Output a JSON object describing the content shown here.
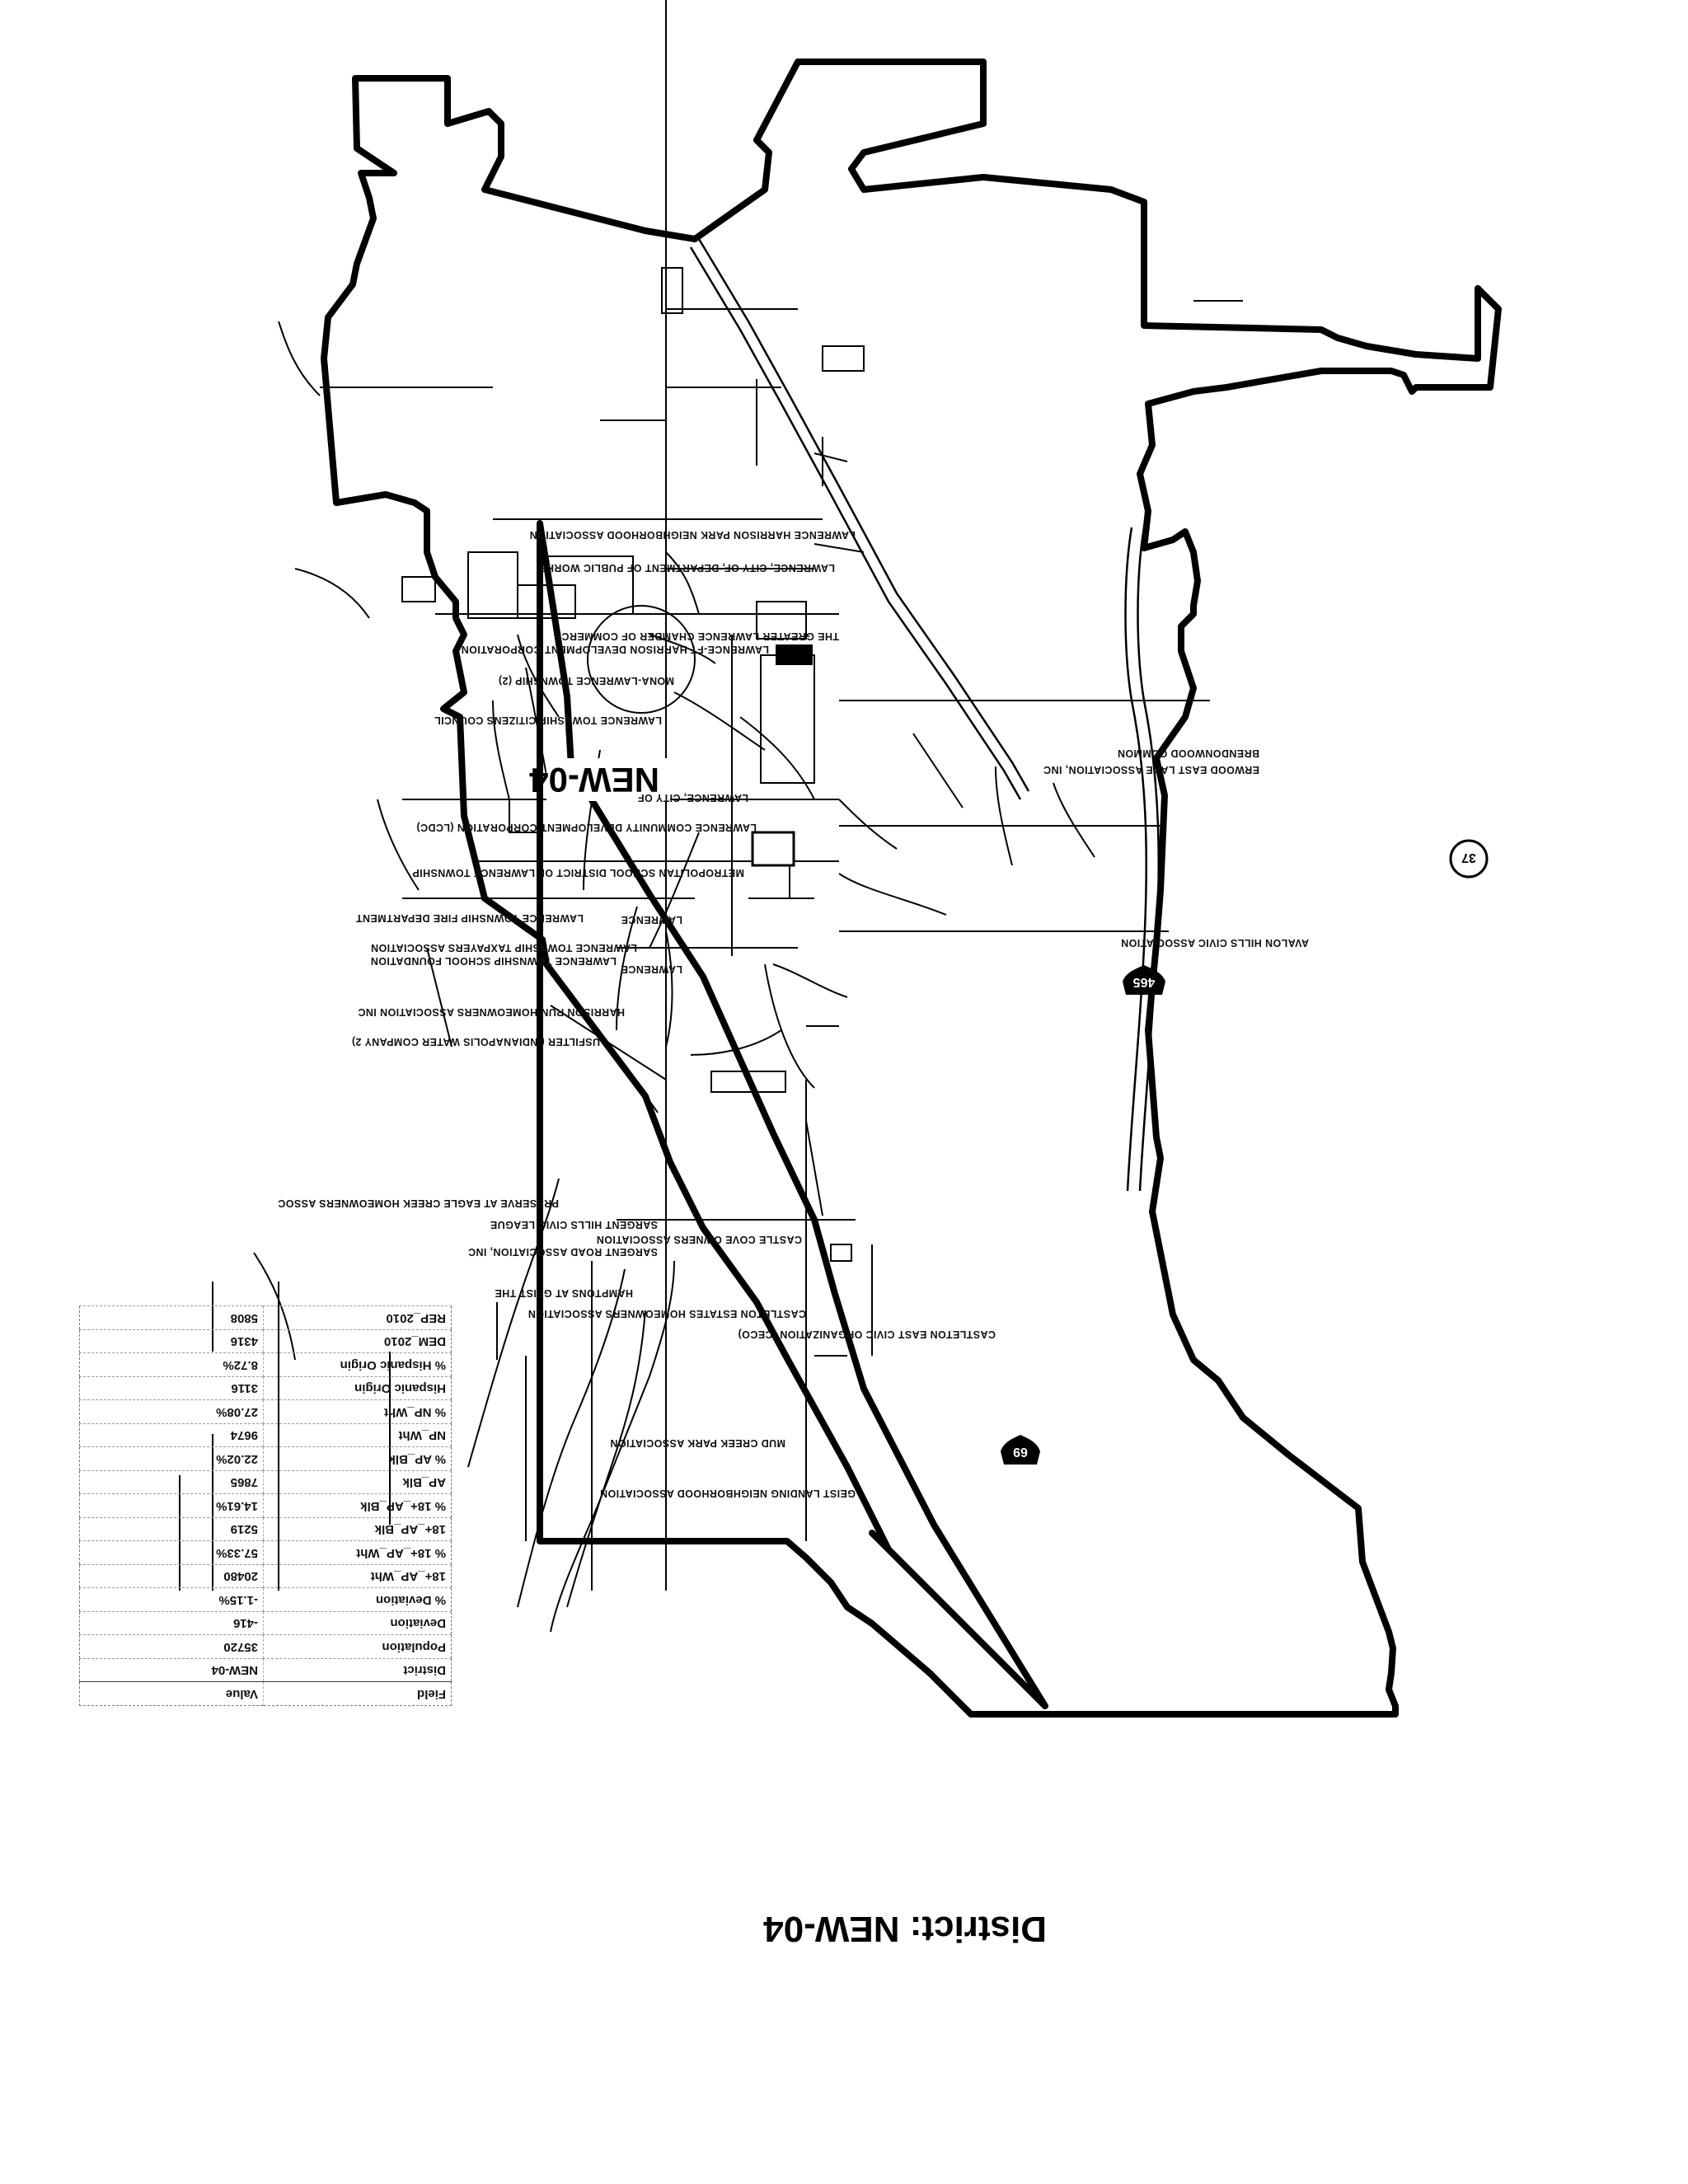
{
  "title": "District: NEW-04",
  "map": {
    "district_label": "NEW-04",
    "routes": {
      "i465": "465",
      "i69": "69",
      "sr37": "37"
    },
    "labels": [
      "LAWRENCE HARRISON PARK NEIGHBORHOOD ASSOCIATION",
      "LAWRENCE, CITY OF, DEPARTMENT OF PUBLIC WORKS",
      "THE GREATER LAWRENCE CHAMBER OF COMMERCE",
      "LAWRENCE-FT HARRISON DEVELOPMENT CORPORATION",
      "MONA-LAWRENCE TOWNSHIP (2)",
      "LAWRENCE TOWNSHIP CITIZENS COUNCIL",
      "BRENDONWOOD COMMON",
      "ERWOOD EAST LAKE ASSOCIATION, INC",
      "LAWRENCE, CITY OF",
      "LAWRENCE COMMUNITY DEVELOPMENT CORPORATION (LCDC)",
      "METROPOLITAN SCHOOL DISTRICT OF LAWRENCE TOWNSHIP",
      "LAWRENCE TOWNSHIP FIRE DEPARTMENT",
      "LAWRENCE",
      "AVALON HILLS CIVIC ASSOCIATION",
      "LAWRENCE TOWNSHIP TAXPAYERS ASSOCIATION",
      "LAWRENCE TOWNSHIP SCHOOL FOUNDATION",
      "LAWRENCE",
      "HARRISON RUN HOMEOWNERS ASSOCIATION INC",
      "USFILTER (INDIANAPOLIS WATER COMPANY 2)",
      "PRESERVE AT EAGLE CREEK HOMEOWNERS ASSOC",
      "SARGENT HILLS CIVIC LEAGUE",
      "CASTLE COVE OWNERS ASSOCIATION",
      "SARGENT ROAD ASSOCIATION, INC",
      "HAMPTONS AT GEIST THE",
      "CASTLETON ESTATES HOMEOWNERS ASSOCIATION",
      "CASTLETON EAST CIVIC ORGANIZATION (CECO)",
      "MUD CREEK PARK ASSOCIATION",
      "GEIST LANDING NEIGHBORHOOD ASSOCIATION"
    ]
  },
  "table": {
    "headers": {
      "field": "Field",
      "value": "Value"
    },
    "rows": [
      {
        "field": "District",
        "value": "NEW-04"
      },
      {
        "field": "Population",
        "value": "35720"
      },
      {
        "field": "Deviation",
        "value": "-416"
      },
      {
        "field": "% Deviation",
        "value": "-1.15%"
      },
      {
        "field": "18+_AP_Wht",
        "value": "20480"
      },
      {
        "field": "% 18+_AP_Wht",
        "value": "57.33%"
      },
      {
        "field": "18+_AP_Blk",
        "value": "5219"
      },
      {
        "field": "% 18+_AP_Blk",
        "value": "14.61%"
      },
      {
        "field": "AP_Blk",
        "value": "7865"
      },
      {
        "field": "% AP_Blk",
        "value": "22.02%"
      },
      {
        "field": "NP_Wht",
        "value": "9674"
      },
      {
        "field": "% NP_Wht",
        "value": "27.08%"
      },
      {
        "field": "Hispanic Origin",
        "value": "3116"
      },
      {
        "field": "% Hispanic Origin",
        "value": "8.72%"
      },
      {
        "field": "DEM_2010",
        "value": "4316"
      },
      {
        "field": "REP_2010",
        "value": "5808"
      }
    ]
  }
}
